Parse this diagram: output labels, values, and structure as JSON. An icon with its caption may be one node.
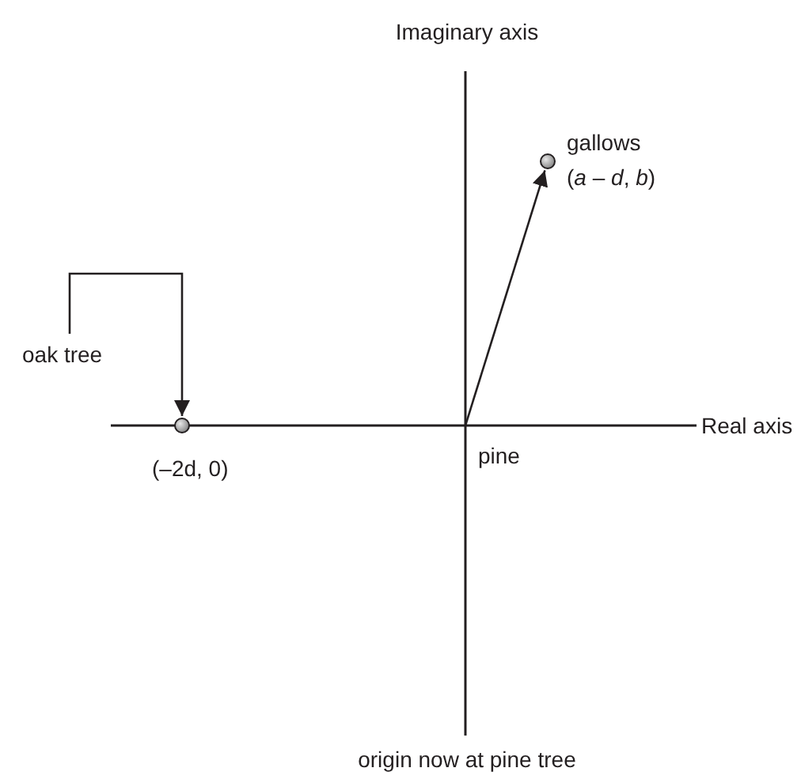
{
  "diagram": {
    "nodes": [
      {
        "text": [],
        "shape": "circle",
        "beside": [
          "gallows",
          "(*a* – *d*, *b*)"
        ]
      },
      {
        "text": [
          "oak tree"
        ]
      },
      {
        "text": [],
        "shape": "circle",
        "beside": [
          "(–2d, 0)"
        ]
      }
    ],
    "edges": [
      {
        "from": null,
        "to": 0,
        "arrow": "to"
      },
      {
        "from": 1,
        "to": 2,
        "arrow": "to"
      }
    ],
    "labels": [
      "Imaginary axis",
      "Real axis",
      "pine",
      "origin now at pine tree"
    ]
  }
}
